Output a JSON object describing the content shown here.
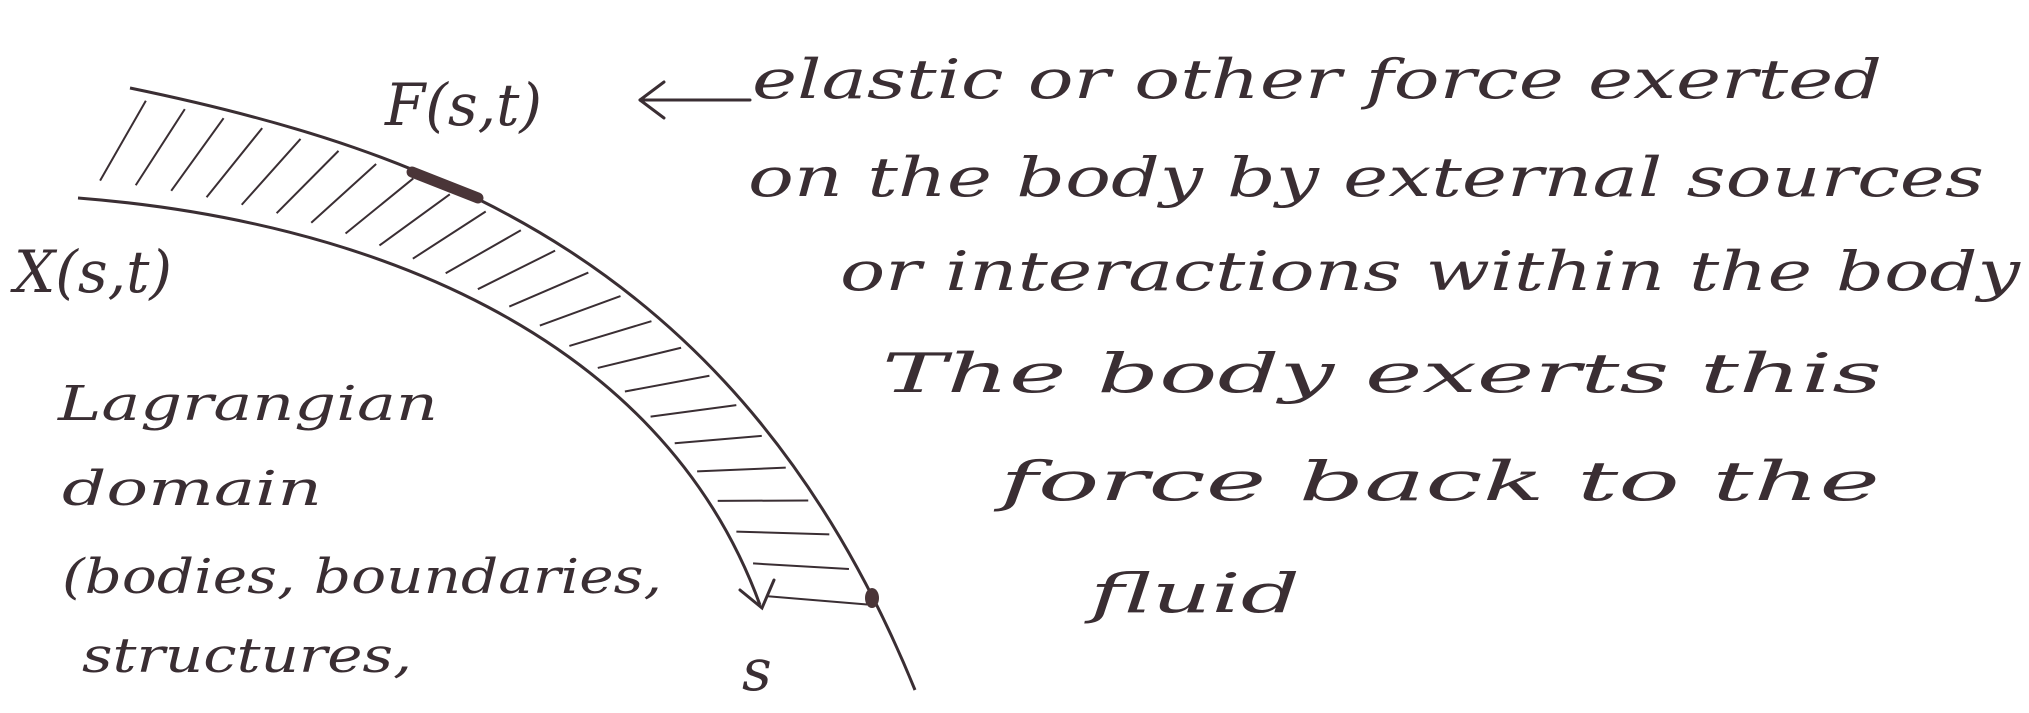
{
  "colors": {
    "ink": "#3a2e33",
    "marker": "#4a3538",
    "background": "#ffffff"
  },
  "labels": {
    "force_symbol": "F(s,t)",
    "position_symbol": "X(s,t)",
    "arc_param": "s"
  },
  "force_note": {
    "lines": [
      "elastic or other force exerted",
      "on the body by external sources",
      "or interactions within the body",
      "The body exerts this",
      "force back to the",
      "fluid"
    ]
  },
  "domain_note": {
    "lines": [
      "Lagrangian",
      "domain",
      "(bodies, boundaries,",
      "structures,"
    ]
  }
}
